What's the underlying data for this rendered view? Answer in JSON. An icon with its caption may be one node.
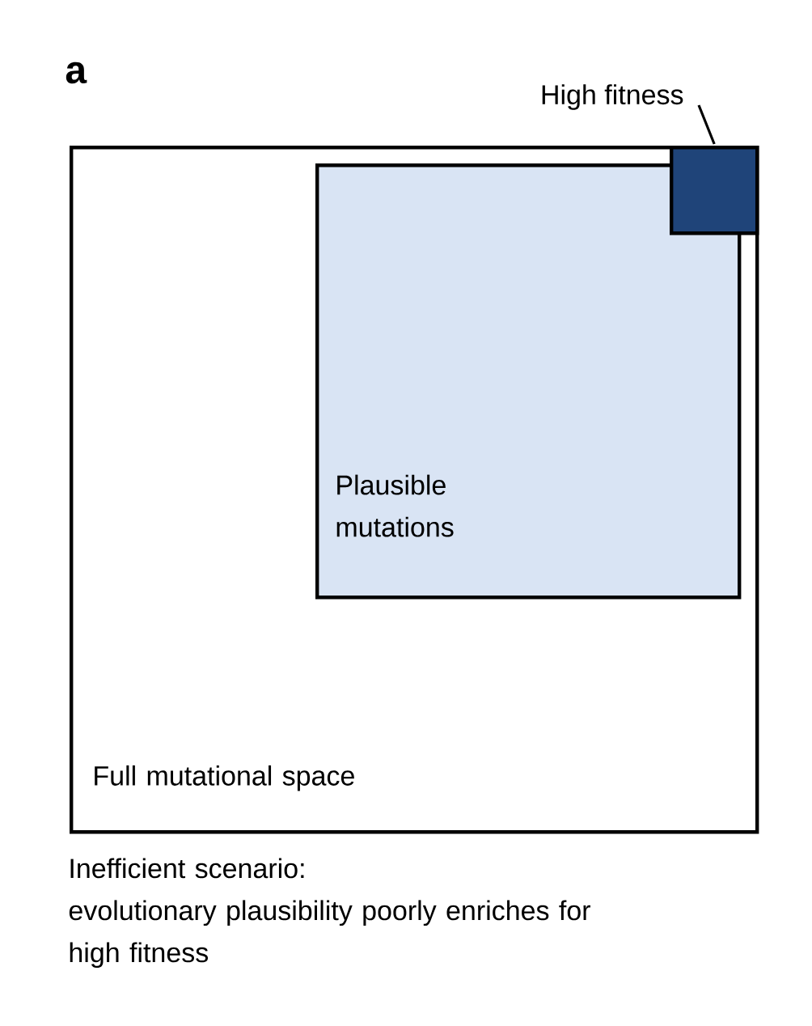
{
  "diagram": {
    "caption": "Inefficient scenario: evolutionary plausibility poorly enriches for high fitness",
    "nodes": [
      {
        "text": [
          "Full mutational space"
        ]
      },
      {
        "text": [
          "Plausible mutations"
        ],
        "in": 0
      },
      {
        "text": [],
        "shape": "box",
        "in": 0
      },
      {
        "text": [
          "High fitness"
        ]
      }
    ],
    "edges": [
      {
        "from": 3,
        "to": 2,
        "arrow": "none"
      }
    ],
    "labels": [
      "a"
    ]
  }
}
